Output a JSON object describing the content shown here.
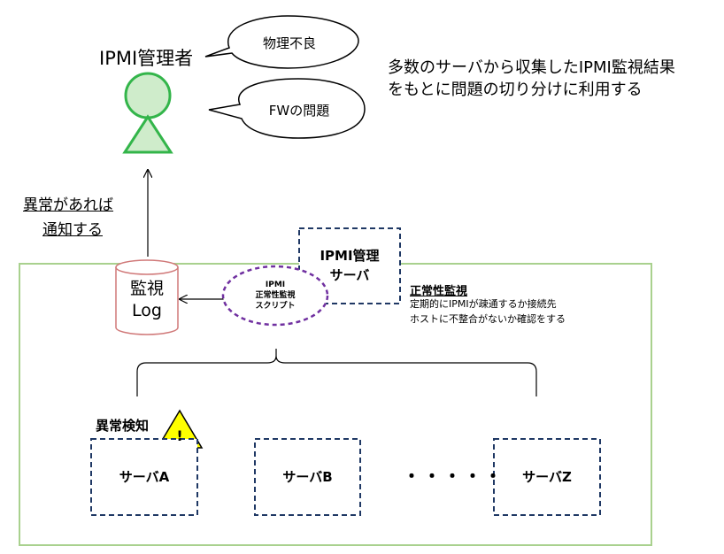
{
  "admin": {
    "title": "IPMI管理者",
    "bubble1": "物理不良",
    "bubble2": "FWの問題",
    "note_line1": "多数のサーバから収集したIPMI監視結果",
    "note_line2": "をもとに問題の切り分けに利用する",
    "notify_line1": "異常があれば",
    "notify_line2": "通知する"
  },
  "mgmt_server": {
    "line1": "IPMI管理",
    "line2": "サーバ"
  },
  "log": {
    "line1": "監視",
    "line2": "Log"
  },
  "script": {
    "line1": "IPMI",
    "line2": "正常性監視",
    "line3": "スクリプト"
  },
  "health": {
    "title": "正常性監視",
    "desc_line1": "定期的にIPMIが疎通するか接続先",
    "desc_line2": "ホストに不整合がないか確認をする"
  },
  "anomaly": {
    "label": "異常検知",
    "mark": "!"
  },
  "servers": {
    "a": "サーバA",
    "b": "サーバB",
    "ellipsis": "・・・・・",
    "z": "サーバZ"
  },
  "colors": {
    "person": "#33b54a",
    "person_fill": "#cfeccb",
    "log_border": "#d07878",
    "box_border": "#1f3864",
    "script_border": "#7030a0",
    "frame": "#a9d18e",
    "warning": "#ffff00"
  }
}
